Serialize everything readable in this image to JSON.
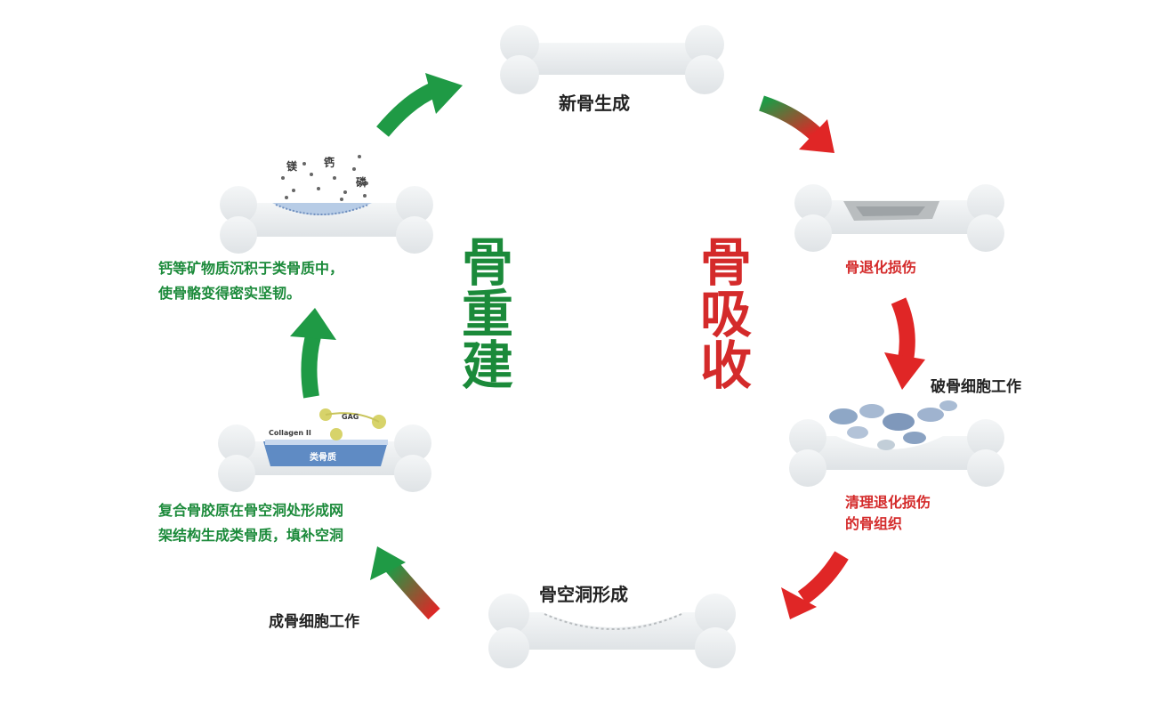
{
  "colors": {
    "green": "#1b8a3a",
    "red": "#d42a2a",
    "dark": "#222222",
    "bone": "#eceff1"
  },
  "top": {
    "label": "新骨生成"
  },
  "resorption": {
    "title": "骨吸收",
    "step1": "骨退化损伤",
    "osteoclast": "破骨细胞工作",
    "step2_line1": "清理退化损伤",
    "step2_line2": "的骨组织"
  },
  "bottom": {
    "label": "骨空洞形成"
  },
  "remodeling": {
    "title": "骨重建",
    "osteoblast": "成骨细胞工作",
    "collagen_line1": "复合骨胶原在骨空洞处形成网",
    "collagen_line2": "架结构生成类骨质，填补空洞",
    "mineral_line1": "钙等矿物质沉积于类骨质中，",
    "mineral_line2": "使骨骼变得密实坚韧。"
  },
  "minerals": {
    "mg": "镁",
    "ca": "钙",
    "p": "磷"
  },
  "matrix": {
    "gag": "GAG",
    "collagen": "Collagen II",
    "osteoid": "类骨质"
  }
}
